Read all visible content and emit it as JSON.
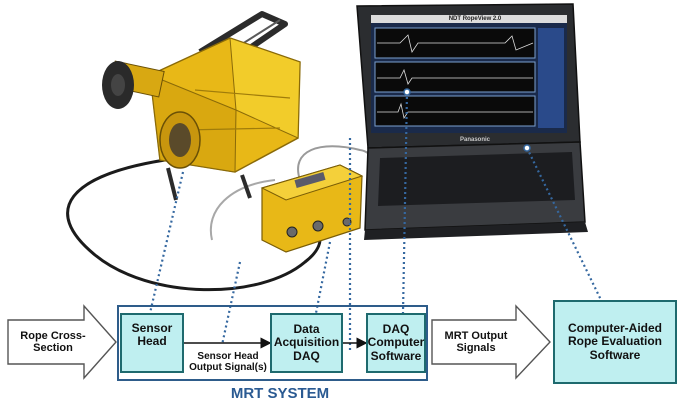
{
  "diagram": {
    "input_label": "Rope Cross-Section",
    "blocks": {
      "sensor_head": "Sensor Head",
      "daq": "Data Acquisition DAQ",
      "daq_software": "DAQ Computer Software",
      "evaluation": "Computer-Aided Rope Evaluation Software"
    },
    "signal_labels": {
      "sensor_output": "Sensor Head Output Signal(s)",
      "mrt_output": "MRT Output Signals"
    },
    "system_title": "MRT SYSTEM"
  },
  "laptop_screen": {
    "app_title": "NDT RopeView 2.0",
    "brand": "Panasonic"
  },
  "colors": {
    "block_fill": "#bfeff0",
    "block_border": "#1e6a6e",
    "system_frame": "#2e5c8a",
    "system_title": "#2a5a92",
    "device_yellow": "#f0c21a",
    "laptop_body": "#2b2d30"
  }
}
